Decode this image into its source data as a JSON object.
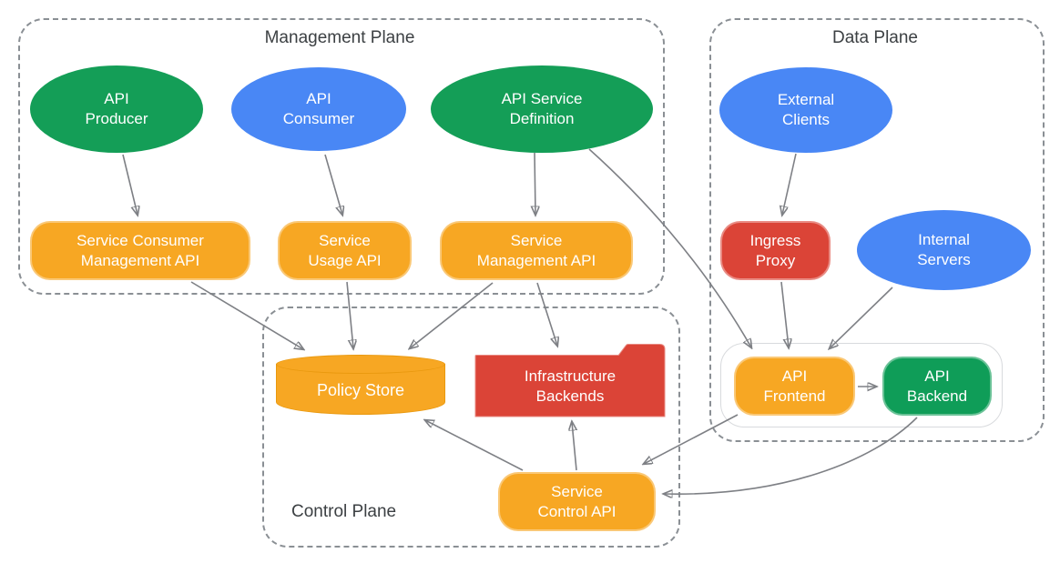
{
  "diagram": {
    "planes": {
      "management": {
        "title": "Management Plane"
      },
      "data": {
        "title": "Data Plane"
      },
      "control": {
        "title": "Control Plane"
      }
    },
    "nodes": {
      "api_producer": {
        "label": "API\nProducer",
        "shape": "ellipse",
        "color": "#149e57"
      },
      "api_consumer": {
        "label": "API\nConsumer",
        "shape": "ellipse",
        "color": "#4987f5"
      },
      "api_service_definition": {
        "label": "API Service\nDefinition",
        "shape": "ellipse",
        "color": "#149e57"
      },
      "external_clients": {
        "label": "External\nClients",
        "shape": "ellipse",
        "color": "#4987f5"
      },
      "internal_servers": {
        "label": "Internal\nServers",
        "shape": "ellipse",
        "color": "#4987f5"
      },
      "service_consumer_management_api": {
        "label": "Service Consumer\nManagement API",
        "shape": "rounded-rect",
        "color": "#f7a723"
      },
      "service_usage_api": {
        "label": "Service\nUsage API",
        "shape": "rounded-rect",
        "color": "#f7a723"
      },
      "service_management_api": {
        "label": "Service\nManagement API",
        "shape": "rounded-rect",
        "color": "#f7a723"
      },
      "ingress_proxy": {
        "label": "Ingress\nProxy",
        "shape": "rounded-rect",
        "color": "#db4437"
      },
      "api_frontend": {
        "label": "API\nFrontend",
        "shape": "rounded-rect",
        "color": "#f7a723"
      },
      "api_backend": {
        "label": "API\nBackend",
        "shape": "rounded-rect",
        "color": "#0f9d58"
      },
      "policy_store": {
        "label": "Policy Store",
        "shape": "cylinder",
        "color": "#f7a723"
      },
      "infrastructure_backends": {
        "label": "Infrastructure\nBackends",
        "shape": "folder",
        "color": "#db4437"
      },
      "service_control_api": {
        "label": "Service\nControl API",
        "shape": "rounded-rect",
        "color": "#f7a723"
      }
    },
    "edges": [
      {
        "from": "api_producer",
        "to": "service_consumer_management_api"
      },
      {
        "from": "api_consumer",
        "to": "service_usage_api"
      },
      {
        "from": "api_service_definition",
        "to": "service_management_api"
      },
      {
        "from": "service_consumer_management_api",
        "to": "policy_store"
      },
      {
        "from": "service_usage_api",
        "to": "policy_store"
      },
      {
        "from": "service_management_api",
        "to": "policy_store"
      },
      {
        "from": "service_management_api",
        "to": "infrastructure_backends"
      },
      {
        "from": "api_service_definition",
        "to": "api_frontend"
      },
      {
        "from": "external_clients",
        "to": "ingress_proxy"
      },
      {
        "from": "ingress_proxy",
        "to": "api_frontend"
      },
      {
        "from": "internal_servers",
        "to": "api_frontend"
      },
      {
        "from": "api_frontend",
        "to": "api_backend"
      },
      {
        "from": "api_frontend",
        "to": "service_control_api"
      },
      {
        "from": "api_backend",
        "to": "service_control_api"
      },
      {
        "from": "service_control_api",
        "to": "policy_store"
      },
      {
        "from": "service_control_api",
        "to": "infrastructure_backends"
      }
    ],
    "colors": {
      "green": "#149e57",
      "blue": "#4987f5",
      "red": "#db4437",
      "orange": "#f7a723",
      "backend_green": "#0f9d58",
      "plane_border": "#8a8f94",
      "arrow": "#7e8085",
      "arrowhead": "#5f6368",
      "title_text": "#3c4043",
      "node_text": "#ffffff"
    }
  }
}
